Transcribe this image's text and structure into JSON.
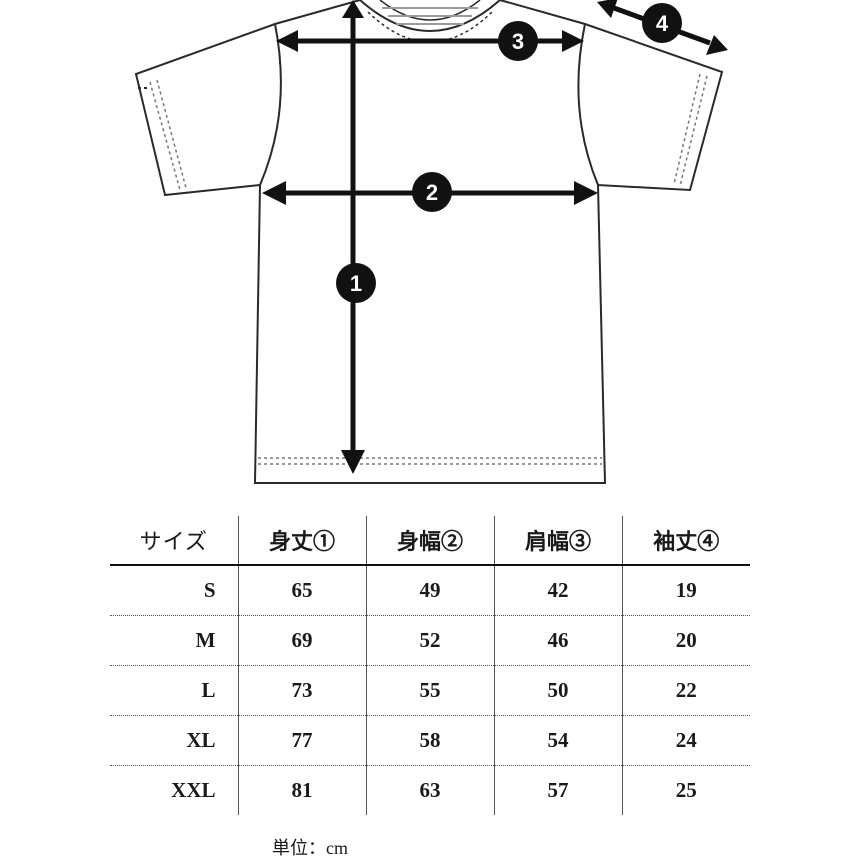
{
  "diagram": {
    "measure_labels": [
      "1",
      "2",
      "3",
      "4"
    ]
  },
  "size_table": {
    "headers": [
      "サイズ",
      "身丈①",
      "身幅②",
      "肩幅③",
      "袖丈④"
    ],
    "rows": [
      [
        "S",
        "65",
        "49",
        "42",
        "19"
      ],
      [
        "M",
        "69",
        "52",
        "46",
        "20"
      ],
      [
        "L",
        "73",
        "55",
        "50",
        "22"
      ],
      [
        "XL",
        "77",
        "58",
        "54",
        "24"
      ],
      [
        "XXL",
        "81",
        "63",
        "57",
        "25"
      ]
    ]
  },
  "unit_note": "単位：cm"
}
